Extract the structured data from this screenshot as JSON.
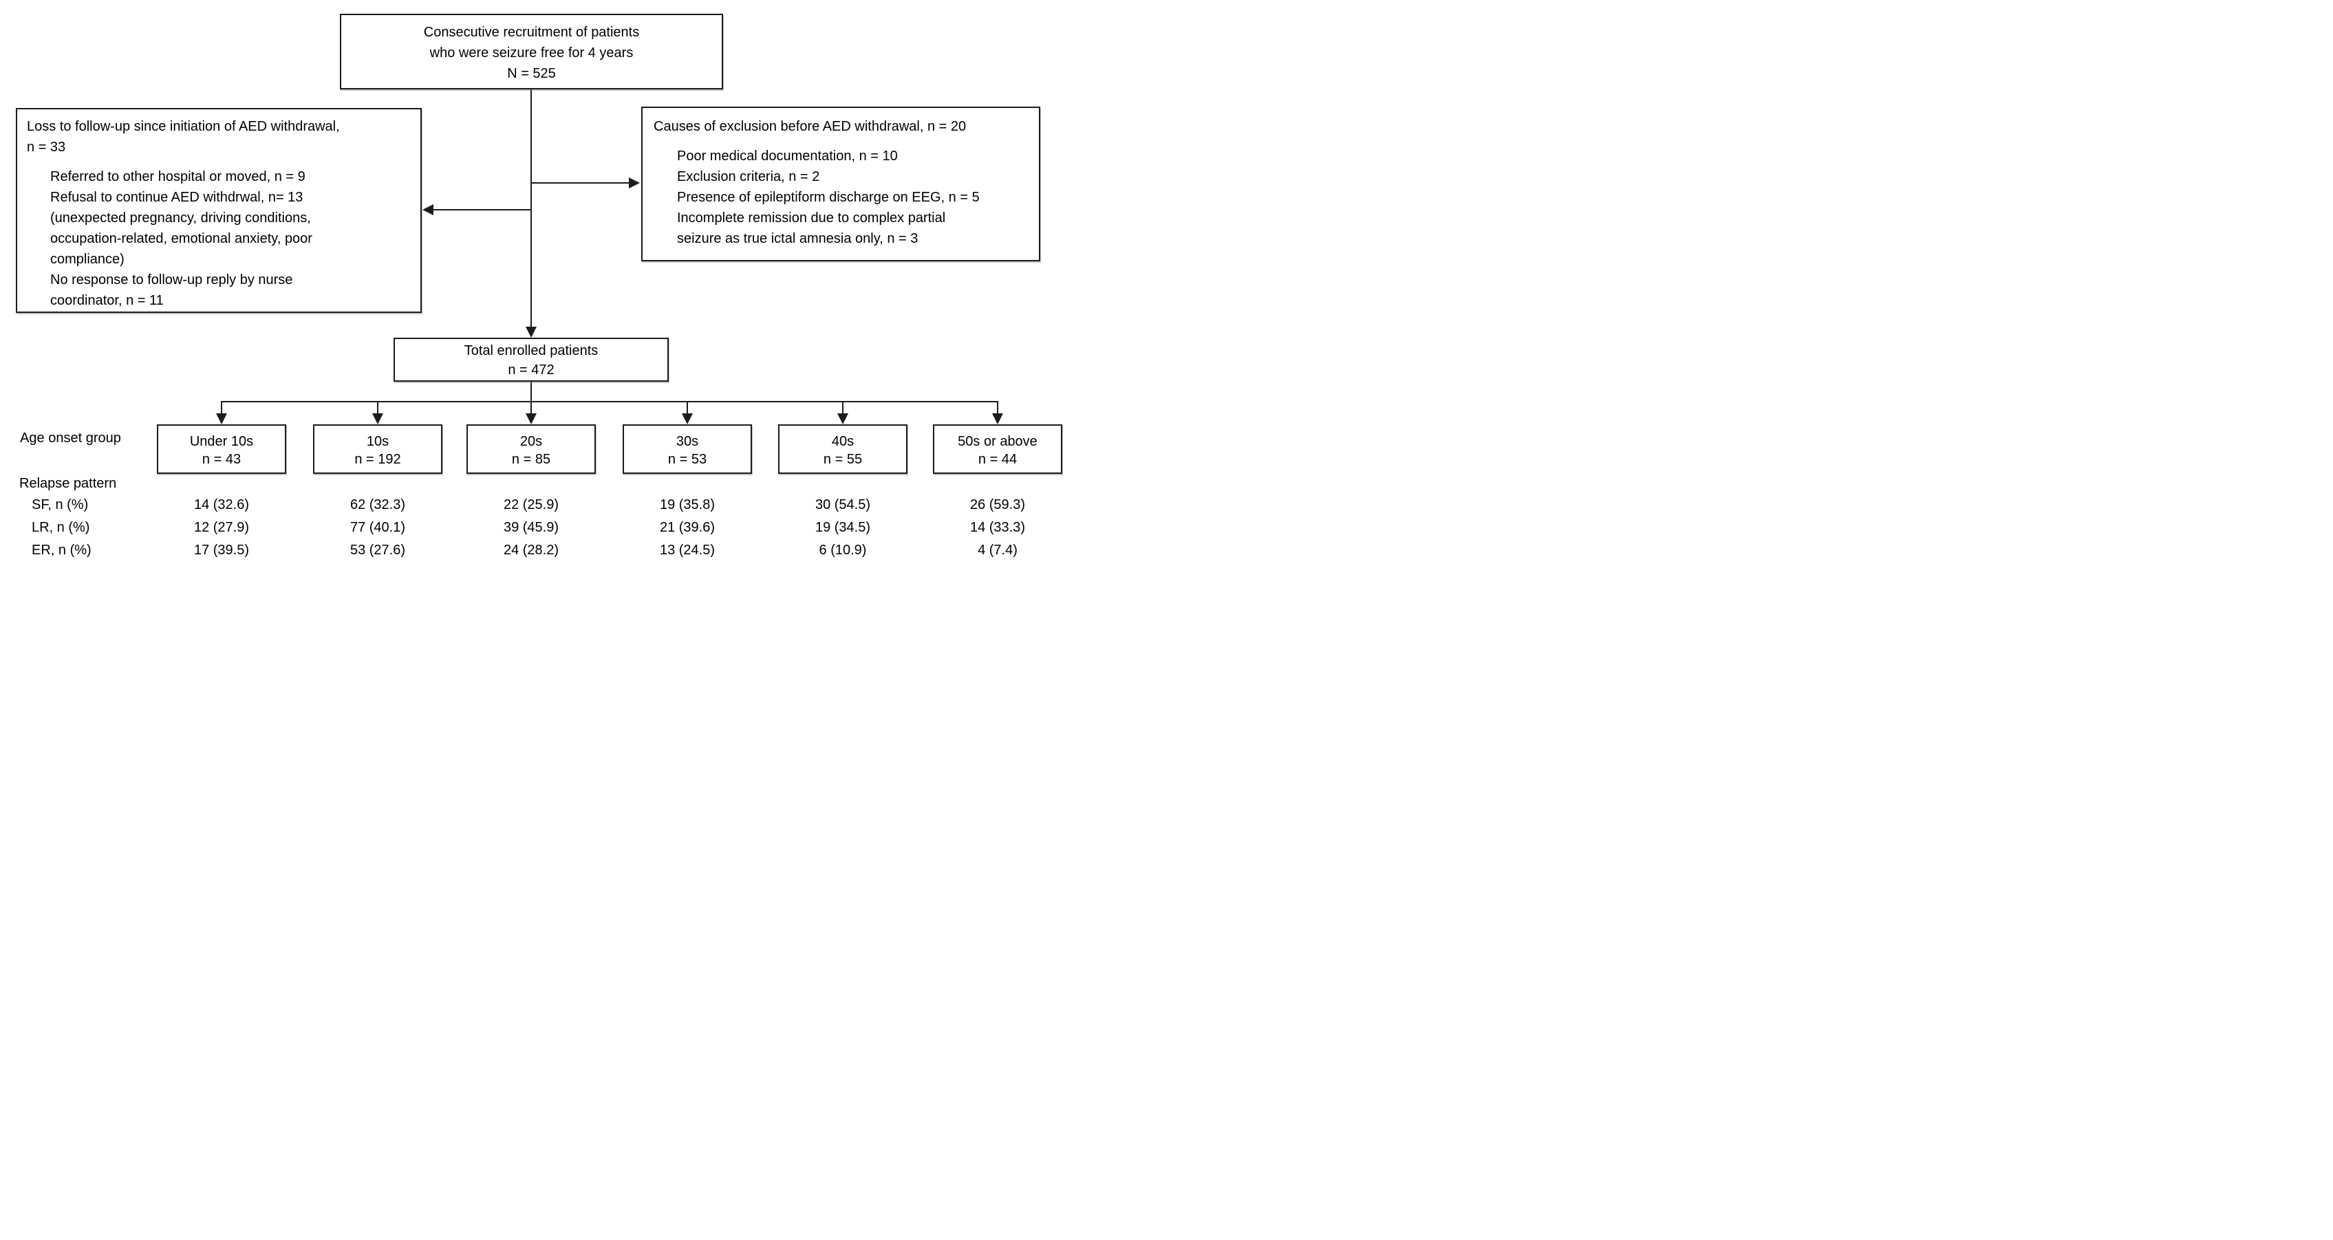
{
  "figure": {
    "background": "#ffffff",
    "line_color": "#1c1c1c",
    "top_box": {
      "lines": [
        "Consecutive recruitment of patients",
        "who were seizure free for 4 years",
        "N = 525"
      ]
    },
    "loss_followup_box": {
      "header_lines": [
        "Loss to follow-up since initiation of AED withdrawal,",
        "n = 33"
      ],
      "items": [
        "Referred to other hospital or moved, n = 9",
        "Refusal to continue AED withdrwal, n= 13",
        "(unexpected pregnancy, driving conditions,",
        "occupation-related, emotional anxiety, poor",
        "compliance)",
        "No response to follow-up reply by nurse",
        "coordinator, n = 11"
      ]
    },
    "exclusion_box": {
      "header_lines": [
        "Causes of exclusion before AED withdrawal, n = 20"
      ],
      "items": [
        "Poor medical documentation, n = 10",
        "Exclusion criteria, n = 2",
        "Presence of epileptiform discharge on EEG, n = 5",
        "Incomplete remission due to complex partial",
        "seizure as true ictal amnesia only, n = 3"
      ]
    },
    "total_box": {
      "lines": [
        "Total enrolled patients",
        "n = 472"
      ]
    },
    "age_group_label": {
      "line1": "Age onset",
      "line2": "group"
    },
    "relapse_pattern_label": "Relapse pattern",
    "age_boxes": [
      {
        "label": "Under 10s",
        "n": "n = 43"
      },
      {
        "label": "10s",
        "n": "n = 192"
      },
      {
        "label": "20s",
        "n": "n = 85"
      },
      {
        "label": "30s",
        "n": "n = 53"
      },
      {
        "label": "40s",
        "n": "n = 55"
      },
      {
        "label": "50s or above",
        "n": "n = 44"
      }
    ],
    "relapse_table": {
      "rows": [
        {
          "label": "SF, n (%)",
          "values": [
            "14 (32.6)",
            "62 (32.3)",
            "22 (25.9)",
            "19 (35.8)",
            "30 (54.5)",
            "26 (59.3)"
          ]
        },
        {
          "label": "LR, n (%)",
          "values": [
            "12 (27.9)",
            "77 (40.1)",
            "39 (45.9)",
            "21 (39.6)",
            "19 (34.5)",
            "14 (33.3)"
          ]
        },
        {
          "label": "ER, n (%)",
          "values": [
            "17 (39.5)",
            "53 (27.6)",
            "24 (28.2)",
            "13 (24.5)",
            "6 (10.9)",
            "4 (7.4)"
          ]
        }
      ]
    }
  }
}
